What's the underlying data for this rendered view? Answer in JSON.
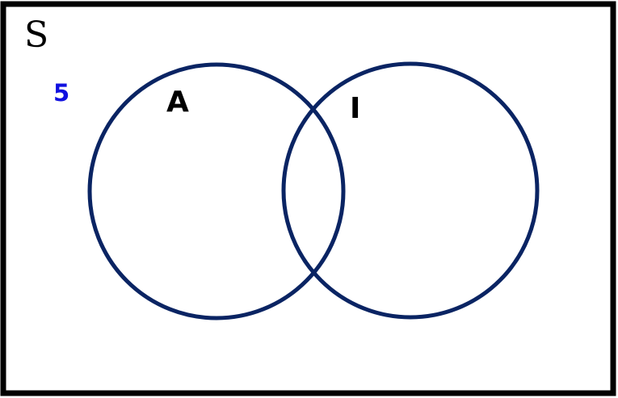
{
  "universe": {
    "label": "S"
  },
  "sets": [
    {
      "label": "A"
    },
    {
      "label": "I"
    }
  ],
  "regions": {
    "outside_count": "5"
  },
  "colors": {
    "border": "#000000",
    "circle_stroke": "#0a2463",
    "count_text": "#1010e0",
    "label_text": "#000000",
    "background": "#ffffff"
  }
}
